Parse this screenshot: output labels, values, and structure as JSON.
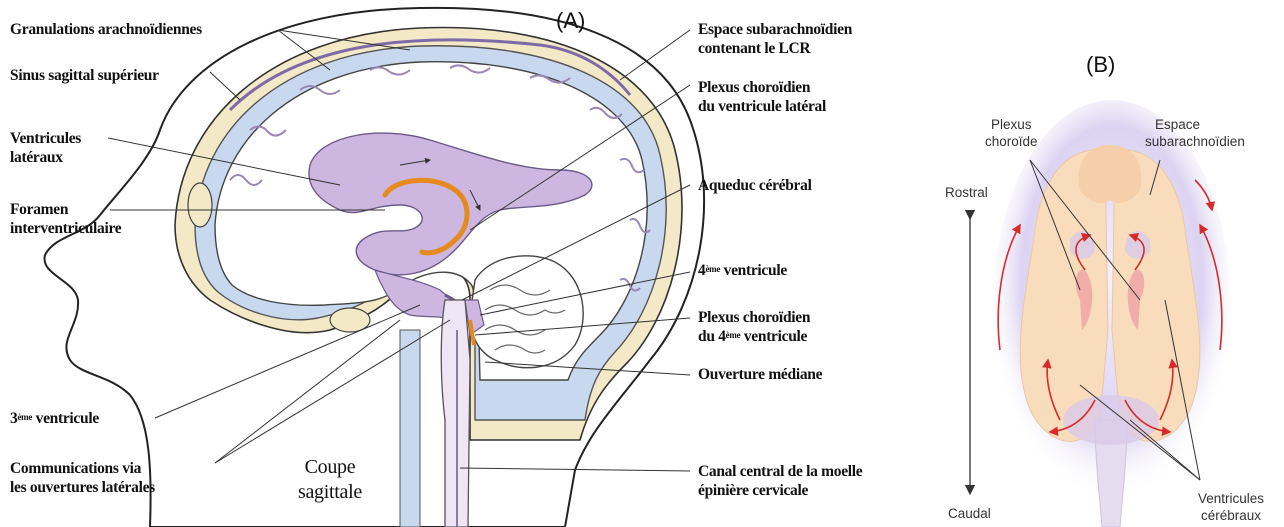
{
  "panel_a": {
    "letter": "(A)",
    "labels": {
      "granulations": "Granulations arachnoïdiennes",
      "sinus": "Sinus sagittal supérieur",
      "ventricules_1": "Ventricules",
      "ventricules_2": "latéraux",
      "foramen_1": "Foramen",
      "foramen_2": "interventriculaire",
      "v3_num": "3",
      "v3_sup": "ème",
      "v3_word": " ventricule",
      "comm_1": "Communications via",
      "comm_2": "les ouvertures latérales",
      "coupe_1": "Coupe",
      "coupe_2": "sagittale",
      "espace_1": "Espace subarachnoïdien",
      "espace_2": "contenant le LCR",
      "plexus_lat_1": "Plexus choroïdien",
      "plexus_lat_2": "du ventricule latéral",
      "aqueduc": "Aqueduc cérébral",
      "v4_num": "4",
      "v4_sup": "ème",
      "v4_word": " ventricule",
      "plexus_4_1": "Plexus choroïdien",
      "plexus_4_2a": "du 4",
      "plexus_4_sup": "ème",
      "plexus_4_2b": " ventricule",
      "ouverture": "Ouverture médiane",
      "canal_1": "Canal central de la moelle",
      "canal_2": "épinière cervicale"
    }
  },
  "panel_b": {
    "letter": "(B)",
    "labels": {
      "plexus_1": "Plexus",
      "plexus_2": "choroïde",
      "espace_1": "Espace",
      "espace_2": "subarachnoïdien",
      "rostral": "Rostral",
      "caudal": "Caudal",
      "ventricules_1": "Ventricules",
      "ventricules_2": "cérébraux"
    }
  },
  "colors": {
    "csf_blue": "#c8d8ef",
    "ventricle_violet": "#cdb6df",
    "plexus_orange": "#e58a1c",
    "skin": "#ffffff",
    "bone": "#f3e9c6",
    "arrow_red": "#d92a2a",
    "brain_peach": "#f8dcbc"
  }
}
